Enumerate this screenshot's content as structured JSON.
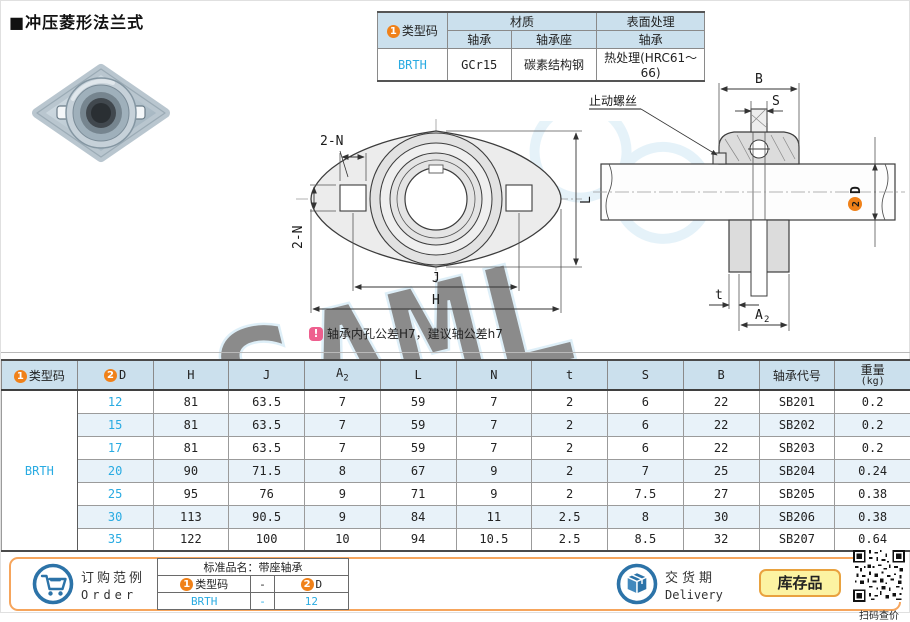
{
  "page": {
    "title": "■冲压菱形法兰式"
  },
  "watermark": {
    "text": "SAML"
  },
  "colors": {
    "accent_cyan": "#29ABE2",
    "badge_orange": "#F08119",
    "table_header_blue": "#CBE0ED",
    "row_alt_blue": "#E8F2F9",
    "footer_border_orange": "#F6A55C",
    "stock_badge_yellow": "#FCF3A2",
    "icon_blue": "#2C73A8",
    "note_pink": "#EE5F8E"
  },
  "spec_table": {
    "badge1": "1",
    "type_header": "类型码",
    "material_header": "材质",
    "surface_header": "表面处理",
    "material_sub_bearing": "轴承",
    "material_sub_housing": "轴承座",
    "surface_sub_bearing": "轴承",
    "type_code": "BRTH",
    "material_bearing": "GCr15",
    "material_housing": "碳素结构钢",
    "surface_treatment": "热处理(HRC61～66)"
  },
  "drawings": {
    "front": {
      "dim_2n_top": "2-N",
      "dim_2n_left": "2-N",
      "dim_l": "L",
      "dim_j": "J",
      "dim_h": "H"
    },
    "side": {
      "dim_b": "B",
      "dim_s": "S",
      "set_screw_label": "止动螺丝",
      "dim_d_badge": "2",
      "dim_d": "D",
      "dim_t": "t",
      "dim_a2_base": "A",
      "dim_a2_sub": "2"
    },
    "note_icon": "!",
    "note": "轴承内孔公差H7，建议轴公差h7"
  },
  "main_table": {
    "badge1": "1",
    "type_header": "类型码",
    "badge2": "2",
    "d_header": "D",
    "headers": {
      "h": "H",
      "j": "J",
      "a2_base": "A",
      "a2_sub": "2",
      "l": "L",
      "n": "N",
      "t": "t",
      "s": "S",
      "b": "B",
      "code": "轴承代号",
      "weight": "重量",
      "weight_unit": "(kg)"
    },
    "type_code": "BRTH",
    "rows": [
      [
        "12",
        "81",
        "63.5",
        "7",
        "59",
        "7",
        "2",
        "6",
        "22",
        "SB201",
        "0.2"
      ],
      [
        "15",
        "81",
        "63.5",
        "7",
        "59",
        "7",
        "2",
        "6",
        "22",
        "SB202",
        "0.2"
      ],
      [
        "17",
        "81",
        "63.5",
        "7",
        "59",
        "7",
        "2",
        "6",
        "22",
        "SB203",
        "0.2"
      ],
      [
        "20",
        "90",
        "71.5",
        "8",
        "67",
        "9",
        "2",
        "7",
        "25",
        "SB204",
        "0.24"
      ],
      [
        "25",
        "95",
        "76",
        "9",
        "71",
        "9",
        "2",
        "7.5",
        "27",
        "SB205",
        "0.38"
      ],
      [
        "30",
        "113",
        "90.5",
        "9",
        "84",
        "11",
        "2.5",
        "8",
        "30",
        "SB206",
        "0.38"
      ],
      [
        "35",
        "122",
        "100",
        "10",
        "94",
        "10.5",
        "2.5",
        "8.5",
        "32",
        "SB207",
        "0.64"
      ]
    ]
  },
  "footer": {
    "order_title_cn": "订购范例",
    "order_title_en": "Order",
    "order_table": {
      "std_name": "标准品名：带座轴承",
      "badge1": "1",
      "code_label": "类型码",
      "dash": "-",
      "badge2": "2",
      "d_label": "D",
      "code_value": "BRTH",
      "dash_value": "-",
      "d_value": "12"
    },
    "delivery_title_cn": "交货期",
    "delivery_title_en": "Delivery",
    "stock_badge": "库存品",
    "qr_caption": "扫码查价"
  }
}
